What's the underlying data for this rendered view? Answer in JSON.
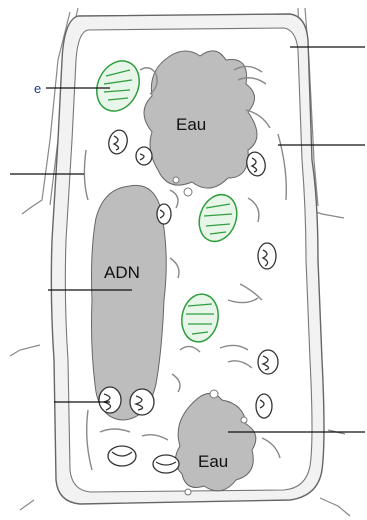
{
  "labels": {
    "vacuole_top": "Eau",
    "nucleus": "ADN",
    "vacuole_bottom": "Eau",
    "chloroplast_fragment": "e"
  },
  "colors": {
    "organelle_gray": "#bdbdbd",
    "chloroplast_green": "#2e9e3e",
    "outline": "#555555",
    "wall_fill": "#f2f2f2"
  }
}
